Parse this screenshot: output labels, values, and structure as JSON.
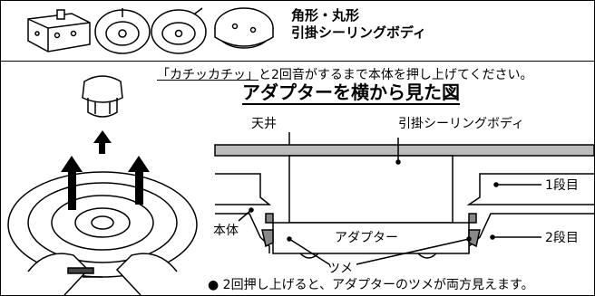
{
  "header": {
    "title_line1": "角形・丸形",
    "title_line2": "引掛シーリングボディ"
  },
  "instruction": {
    "underlined": "「カチッカチッ」",
    "rest": "と2回音がするまで本体を押し上げてください。"
  },
  "diagram": {
    "title": "アダプターを横から見た図",
    "labels": {
      "ceiling": "天井",
      "body_part": "引掛シーリングボディ",
      "stage1": "1段目",
      "stage2": "2段目",
      "main_body": "本体",
      "adapter": "アダプター",
      "claw": "ツメ"
    }
  },
  "note": "● 2回押し上げると、アダプターのツメが両方見えます。",
  "icons": [
    "square-ceiling-body-icon",
    "round-ceiling-body-icon",
    "arrow-up-icon"
  ]
}
